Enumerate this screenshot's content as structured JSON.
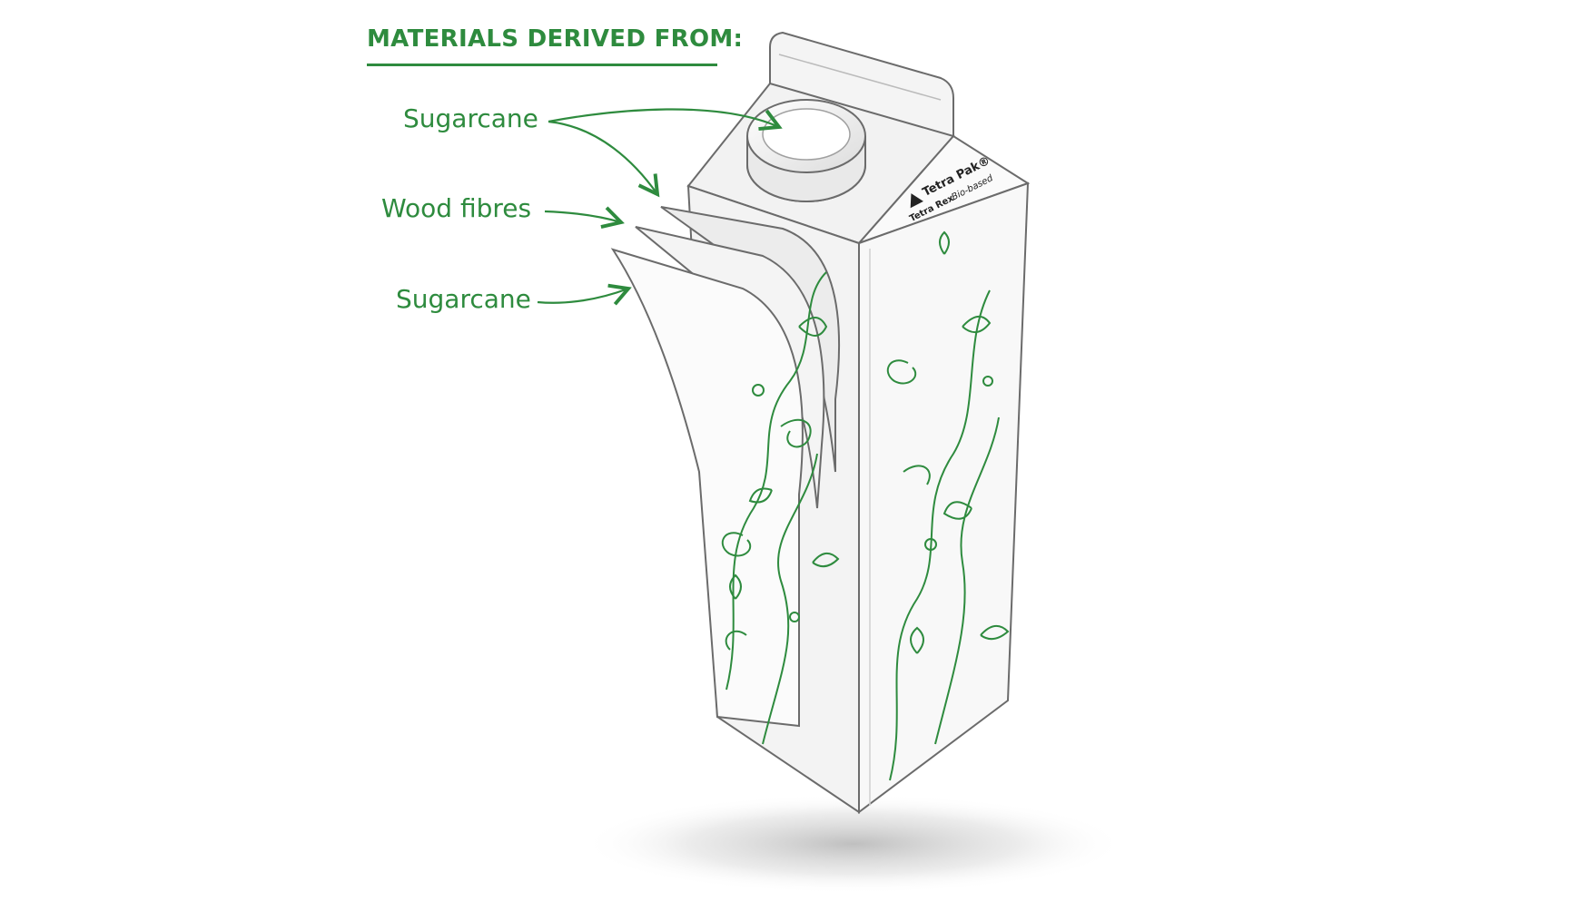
{
  "heading": "MATERIALS DERIVED FROM:",
  "labels": [
    {
      "text": "Sugarcane",
      "target": "cap"
    },
    {
      "text": "Wood fibres",
      "target": "paperboard-layer"
    },
    {
      "text": "Sugarcane",
      "target": "outer-layer"
    }
  ],
  "carton": {
    "brand": "Tetra Pak®",
    "product": "Tetra Rex",
    "variant": "Bio-based"
  },
  "colors": {
    "accent": "#2e8b3e",
    "outline": "#6b6b6b",
    "panel_light": "#f7f7f7",
    "panel_mid": "#ececec",
    "panel_dark": "#e0e0e0",
    "shadow": "#bdbdbd"
  }
}
